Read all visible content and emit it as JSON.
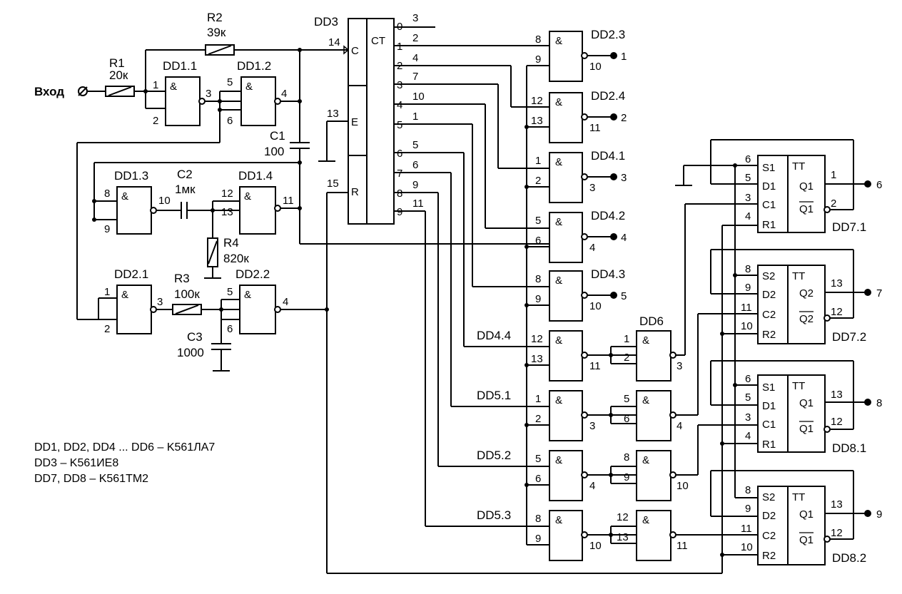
{
  "input_label": "Вход",
  "resistors": [
    {
      "ref": "R1",
      "value": "20к"
    },
    {
      "ref": "R2",
      "value": "39к"
    },
    {
      "ref": "R3",
      "value": "100к"
    },
    {
      "ref": "R4",
      "value": "820к"
    }
  ],
  "capacitors": [
    {
      "ref": "C1",
      "value": "100"
    },
    {
      "ref": "C2",
      "value": "1мк"
    },
    {
      "ref": "C3",
      "value": "1000"
    }
  ],
  "gate_labels": [
    "DD1.1",
    "DD1.2",
    "DD1.3",
    "DD1.4",
    "DD2.1",
    "DD2.2",
    "DD2.3",
    "DD2.4",
    "DD4.1",
    "DD4.2",
    "DD4.3",
    "DD4.4",
    "DD5.1",
    "DD5.2",
    "DD5.3",
    "DD6"
  ],
  "counter": {
    "ref": "DD3",
    "type": "CT",
    "inputs": [
      "C",
      "E",
      "R"
    ]
  },
  "flipflops": [
    {
      "ref": "DD7.1",
      "type": "TT"
    },
    {
      "ref": "DD7.2",
      "type": "TT"
    },
    {
      "ref": "DD8.1",
      "type": "TT"
    },
    {
      "ref": "DD8.2",
      "type": "TT"
    }
  ],
  "outputs": [
    "1",
    "2",
    "3",
    "4",
    "5",
    "6",
    "7",
    "8",
    "9"
  ],
  "notes": [
    "DD1, DD2, DD4 ... DD6 – K561ЛА7",
    "DD3 – K561ИЕ8",
    "DD7, DD8 – K561TM2"
  ]
}
